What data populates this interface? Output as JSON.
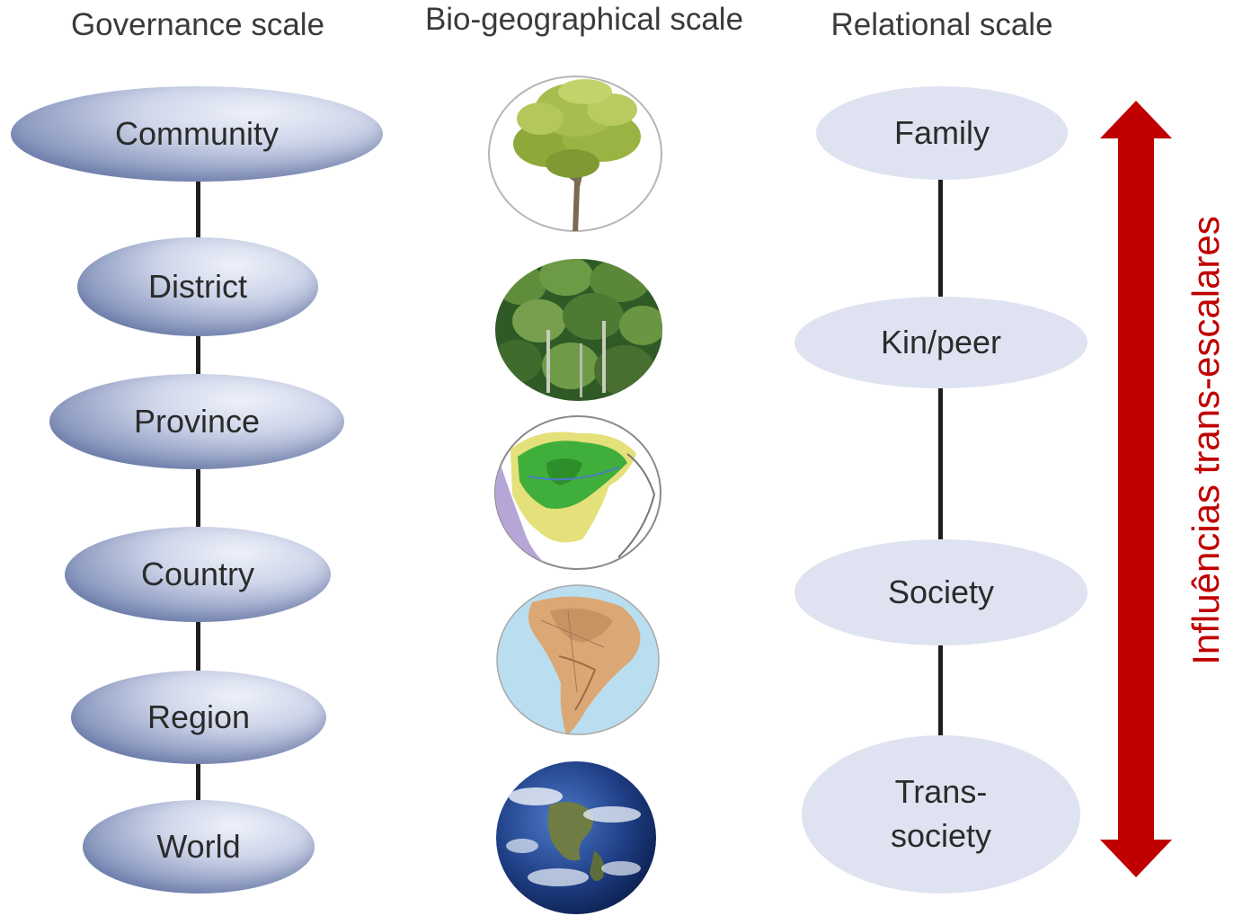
{
  "titles": {
    "governance": "Governance scale",
    "biogeographical": "Bio-geographical scale",
    "relational": "Relational scale"
  },
  "governance_nodes": [
    "Community",
    "District",
    "Province",
    "Country",
    "Region",
    "World"
  ],
  "biogeographical_images": [
    "tree-icon",
    "forest-icon",
    "amazon-basin-map-icon",
    "south-america-map-icon",
    "earth-globe-icon"
  ],
  "relational_nodes": [
    "Family",
    "Kin/peer",
    "Society",
    "Trans-\nsociety"
  ],
  "arrow": {
    "label": "Influências trans-escalares",
    "color": "#c00000"
  }
}
